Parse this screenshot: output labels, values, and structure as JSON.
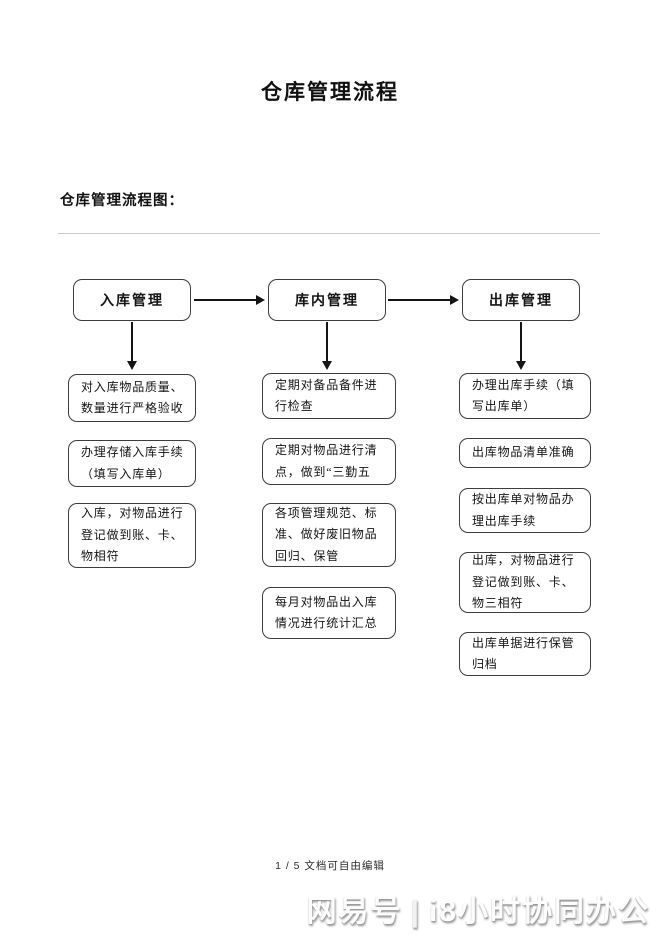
{
  "page": {
    "title": "仓库管理流程",
    "subtitle": "仓库管理流程图：",
    "footer": "1 / 5 文档可自由编辑",
    "watermark": {
      "brand": "网易号",
      "separator": "|",
      "name": "i8小时协同办公"
    }
  },
  "flowchart": {
    "columns": [
      {
        "header": "入库管理",
        "steps": [
          "对入库物品质量、数量进行严格验收",
          "办理存储入库手续（填写入库单）",
          "入库，对物品进行登记做到账、卡、物相符"
        ]
      },
      {
        "header": "库内管理",
        "steps": [
          "定期对备品备件进行检查",
          "定期对物品进行清点，做到“三勤五",
          "各项管理规范、标准、做好废旧物品回归、保管",
          "每月对物品出入库情况进行统计汇总"
        ]
      },
      {
        "header": "出库管理",
        "steps": [
          "办理出库手续（填写出库单）",
          "出库物品清单准确",
          "按出库单对物品办理出库手续",
          "出库，对物品进行登记做到账、卡、物三相符",
          "出库单据进行保管归档"
        ]
      }
    ]
  },
  "colors": {
    "box_border": "#3d3d3d",
    "arrow": "#141414",
    "divider": "#c9c9c9",
    "watermark_shadow": "#949494",
    "text": "#141414"
  }
}
